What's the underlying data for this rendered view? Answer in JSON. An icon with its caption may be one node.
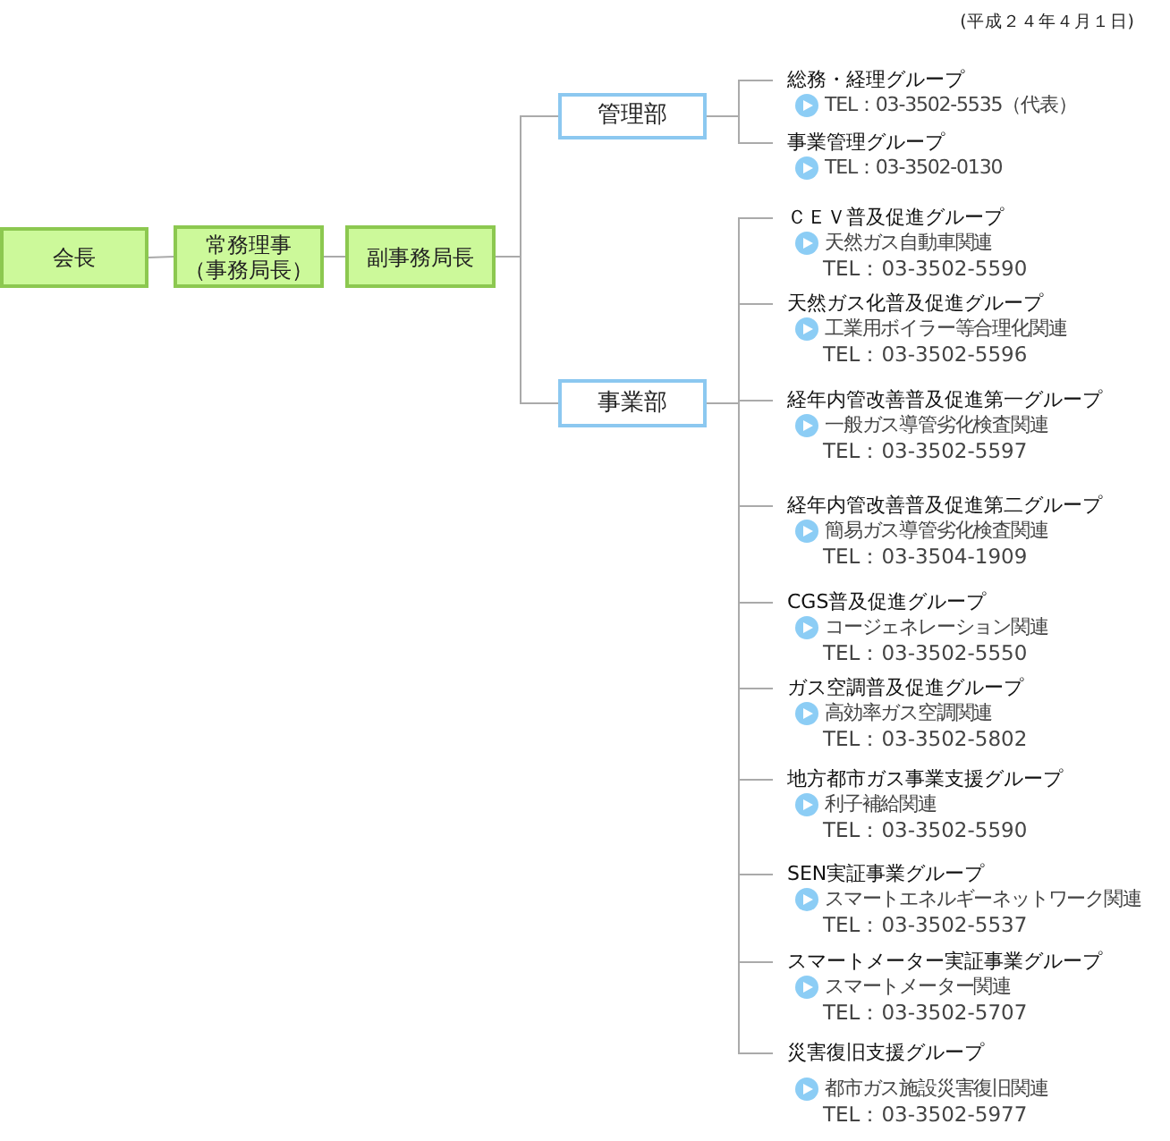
{
  "diagram": {
    "nodes": [
      {
        "text": [
          "会長"
        ]
      },
      {
        "text": [
          "常務理事（事務局長）"
        ]
      },
      {
        "text": [
          "副事務局長"
        ]
      },
      {
        "text": [
          "管理部"
        ]
      },
      {
        "text": [
          "事業部"
        ]
      },
      {
        "text": [
          "総務・経理グループ",
          "TEL：03-3502-5535（代表）"
        ]
      },
      {
        "text": [
          "事業管理グループ",
          "TEL：03-3502-0130"
        ]
      },
      {
        "text": [
          "ＣＥＶ普及促進グループ",
          "天然ガス自動車関連",
          "TEL：03-3502-5590"
        ]
      },
      {
        "text": [
          "天然ガス化普及促進グループ",
          "工業用ボイラー等合理化関連",
          "TEL：03-3502-5596"
        ]
      },
      {
        "text": [
          "経年内管改善普及促進第一グループ",
          "一般ガス導管劣化検査関連",
          "TEL：03-3502-5597"
        ]
      },
      {
        "text": [
          "経年内管改善普及促進第二グループ",
          "簡易ガス導管劣化検査関連",
          "TEL：03-3504-1909"
        ]
      },
      {
        "text": [
          "CGS普及促進グループ",
          "コージェネレーション関連",
          "TEL：03-3502-5550"
        ]
      },
      {
        "text": [
          "ガス空調普及促進グループ",
          "高効率ガス空調関連",
          "TEL：03-3502-5802"
        ]
      },
      {
        "text": [
          "地方都市ガス事業支援グループ",
          "利子補給関連",
          "TEL：03-3502-5590"
        ]
      },
      {
        "text": [
          "SEN実証事業グループ",
          "スマートエネルギーネットワーク関連",
          "TEL：03-3502-5537"
        ]
      },
      {
        "text": [
          "スマートメーター実証事業グループ",
          "スマートメーター関連",
          "TEL：03-3502-5707"
        ]
      },
      {
        "text": [
          "災害復旧支援グループ",
          "都市ガス施設災害復旧関連",
          "TEL：03-3502-5977"
        ]
      }
    ],
    "edges": [
      {
        "from": 0,
        "to": 1,
        "arrow": "none"
      },
      {
        "from": 1,
        "to": 2,
        "arrow": "none"
      },
      {
        "from": 2,
        "to": 3,
        "arrow": "none"
      },
      {
        "from": 2,
        "to": 4,
        "arrow": "none"
      },
      {
        "from": 3,
        "to": 5,
        "arrow": "none"
      },
      {
        "from": 3,
        "to": 6,
        "arrow": "none"
      },
      {
        "from": 4,
        "to": 7,
        "arrow": "none"
      },
      {
        "from": 4,
        "to": 8,
        "arrow": "none"
      },
      {
        "from": 4,
        "to": 9,
        "arrow": "none"
      },
      {
        "from": 4,
        "to": 10,
        "arrow": "none"
      },
      {
        "from": 4,
        "to": 11,
        "arrow": "none"
      },
      {
        "from": 4,
        "to": 12,
        "arrow": "none"
      },
      {
        "from": 4,
        "to": 13,
        "arrow": "none"
      },
      {
        "from": 4,
        "to": 14,
        "arrow": "none"
      },
      {
        "from": 4,
        "to": 15,
        "arrow": "none"
      },
      {
        "from": 4,
        "to": 16,
        "arrow": "none"
      }
    ],
    "labels": [
      "(平成２４年４月１日)"
    ]
  }
}
